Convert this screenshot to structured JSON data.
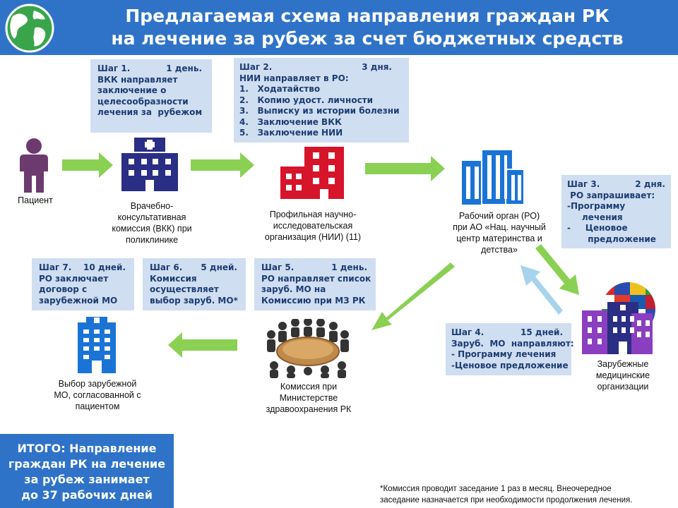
{
  "title": {
    "line1": "Предлагаемая схема направления граждан РК",
    "line2": "на лечение за рубеж за счет бюджетных средств"
  },
  "colors": {
    "header": "#2f73c9",
    "box_bg": "#cfdef0",
    "box_text": "#1c3d74",
    "arrow_green": "#8ad053",
    "arrow_blue": "#a7d3ec",
    "person": "#6c3a6f",
    "navy_building": "#2a2e84",
    "red_building": "#d6152a",
    "blue_building": "#1a74d6",
    "purple_building": "#8a3ec0"
  },
  "nodes": {
    "patient": "Пациент",
    "vkk": [
      "Врачебно-",
      "консультативная",
      "комиссия (ВКК) при",
      "поликлинике"
    ],
    "nii": [
      "Профильная научно-",
      "исследовательская",
      "организация (НИИ) (11)"
    ],
    "ro": [
      "Рабочий орган (РО)",
      "при  АО «Нац. научный",
      "центр  материнства и",
      "детства»"
    ],
    "foreign": [
      "Зарубежные",
      "медицинские",
      "организации"
    ],
    "commission": [
      "Комиссия при",
      "Министерстве",
      "здравоохранения РК"
    ],
    "choice": [
      "Выбор зарубежной",
      "МО, согласованной с",
      "пациентом"
    ]
  },
  "steps": {
    "s1": {
      "name": "Шаг 1.",
      "time": "1 день.",
      "lines": [
        "ВКК направляет",
        "заключение о",
        "целесообразности",
        "лечения за  рубежом"
      ]
    },
    "s2": {
      "name": "Шаг 2.",
      "time": "3 дня.",
      "lines": [
        "НИИ направляет в РО:",
        "1.   Ходатайство",
        "2.   Копию удост. личности",
        "3.   Выписку из истории болезни",
        "4.   Заключение ВКК",
        "5.   Заключение НИИ"
      ]
    },
    "s3": {
      "name": "Шаг 3.",
      "time": "2 дня.",
      "lines": [
        " РО запрашивает:",
        "-Программу",
        "     лечения",
        "-     Ценовое",
        "       предложение"
      ]
    },
    "s4": {
      "name": "Шаг 4.",
      "time": "15 дней.",
      "lines": [
        "Заруб.  МО  направляют:",
        "- Программу лечения",
        "-Ценовое предложение"
      ]
    },
    "s5": {
      "name": "Шаг 5.",
      "time": "1 день.",
      "lines": [
        "РО направляет список",
        "заруб. МО на",
        "Комиссию при МЗ РК"
      ]
    },
    "s6": {
      "name": "Шаг 6.",
      "time": "5 дней.",
      "lines": [
        "Комиссия",
        "осуществляет",
        "выбор заруб. МО*"
      ]
    },
    "s7": {
      "name": "Шаг 7.",
      "time": "10 дней.",
      "lines": [
        "РО заключает",
        "договор с",
        "зарубежной МО"
      ]
    }
  },
  "summary": [
    "ИТОГО: Направление",
    "граждан РК на лечение",
    "за рубеж занимает",
    "до 37 рабочих дней"
  ],
  "footnote": [
    "*Комиссия проводит заседание 1 раз в месяц. Внеочередное",
    "заседание назначается при необходимости продолжения лечения."
  ]
}
